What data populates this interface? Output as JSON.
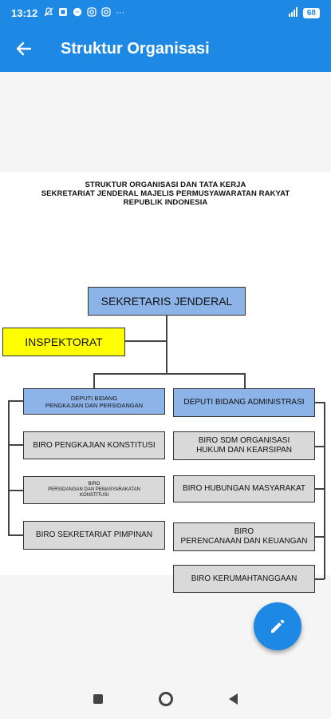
{
  "status_bar": {
    "time": "13:12",
    "icons": [
      "alarm-muted-icon",
      "message-icon",
      "messenger-icon",
      "instagram-icon",
      "instagram-icon",
      "more-dots-icon"
    ],
    "more": "···",
    "battery": "68"
  },
  "app_bar": {
    "title": "Struktur Organisasi"
  },
  "chart": {
    "heading_line1": "STRUKTUR ORGANISASI DAN TATA KERJA",
    "heading_line2": "SEKRETARIAT JENDERAL MAJELIS PERMUSYAWARATAN RAKYAT",
    "heading_line3": "REPUBLIK INDONESIA",
    "sekjen": "SEKRETARIS JENDERAL",
    "inspektorat": "INSPEKTORAT",
    "deputi_pengkajian_line1": "DEPUTI BIDANG",
    "deputi_pengkajian_line2": "PENGKAJIAN DAN PERSIDANGAN",
    "deputi_administrasi": "DEPUTI BIDANG ADMINISTRASI",
    "biro_pengkajian": "BIRO PENGKAJIAN KONSTITUSI",
    "biro_persidangan_line1": "BIRO",
    "biro_persidangan_line2": "PERSIDANGAN DAN PEMASYARAKATAN",
    "biro_persidangan_line3": "KONSTITUSI",
    "biro_sekretariat": "BIRO SEKRETARIAT PIMPINAN",
    "biro_sdm_line1": "BIRO SDM ORGANISASI",
    "biro_sdm_line2": "HUKUM DAN KEARSIPAN",
    "biro_humas": "BIRO HUBUNGAN MASYARAKAT",
    "biro_perencanaan_line1": "BIRO",
    "biro_perencanaan_line2": "PERENCANAAN DAN KEUANGAN",
    "biro_kerumahtanggaan": "BIRO KERUMAHTANGGAAN",
    "colors": {
      "blue_box": "#8db4e8",
      "yellow_box": "#ffff00",
      "gray_box": "#d9d9d9"
    }
  },
  "fab": {
    "icon": "edit-pencil-icon"
  },
  "nav_bar": {
    "buttons": [
      "recents-square-icon",
      "home-circle-icon",
      "back-triangle-icon"
    ]
  },
  "theme": {
    "primary": "#1e88e5"
  }
}
